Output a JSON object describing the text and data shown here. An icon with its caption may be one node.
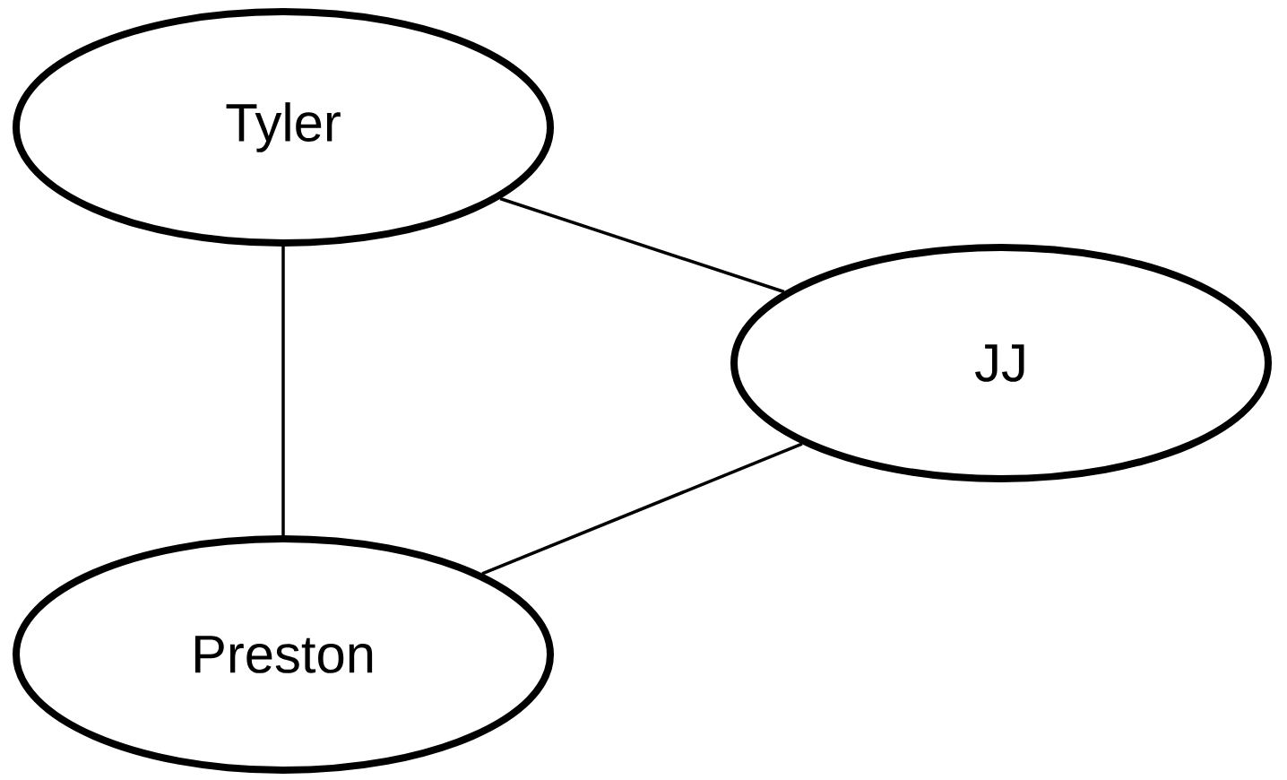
{
  "diagram": {
    "nodes": [
      {
        "text": [
          "Tyler"
        ]
      },
      {
        "text": [
          "JJ"
        ]
      },
      {
        "text": [
          "Preston"
        ]
      }
    ],
    "edges": [
      {
        "from": 0,
        "to": 1,
        "arrow": "none"
      },
      {
        "from": 0,
        "to": 2,
        "arrow": "none"
      },
      {
        "from": 2,
        "to": 1,
        "arrow": "none"
      }
    ]
  }
}
